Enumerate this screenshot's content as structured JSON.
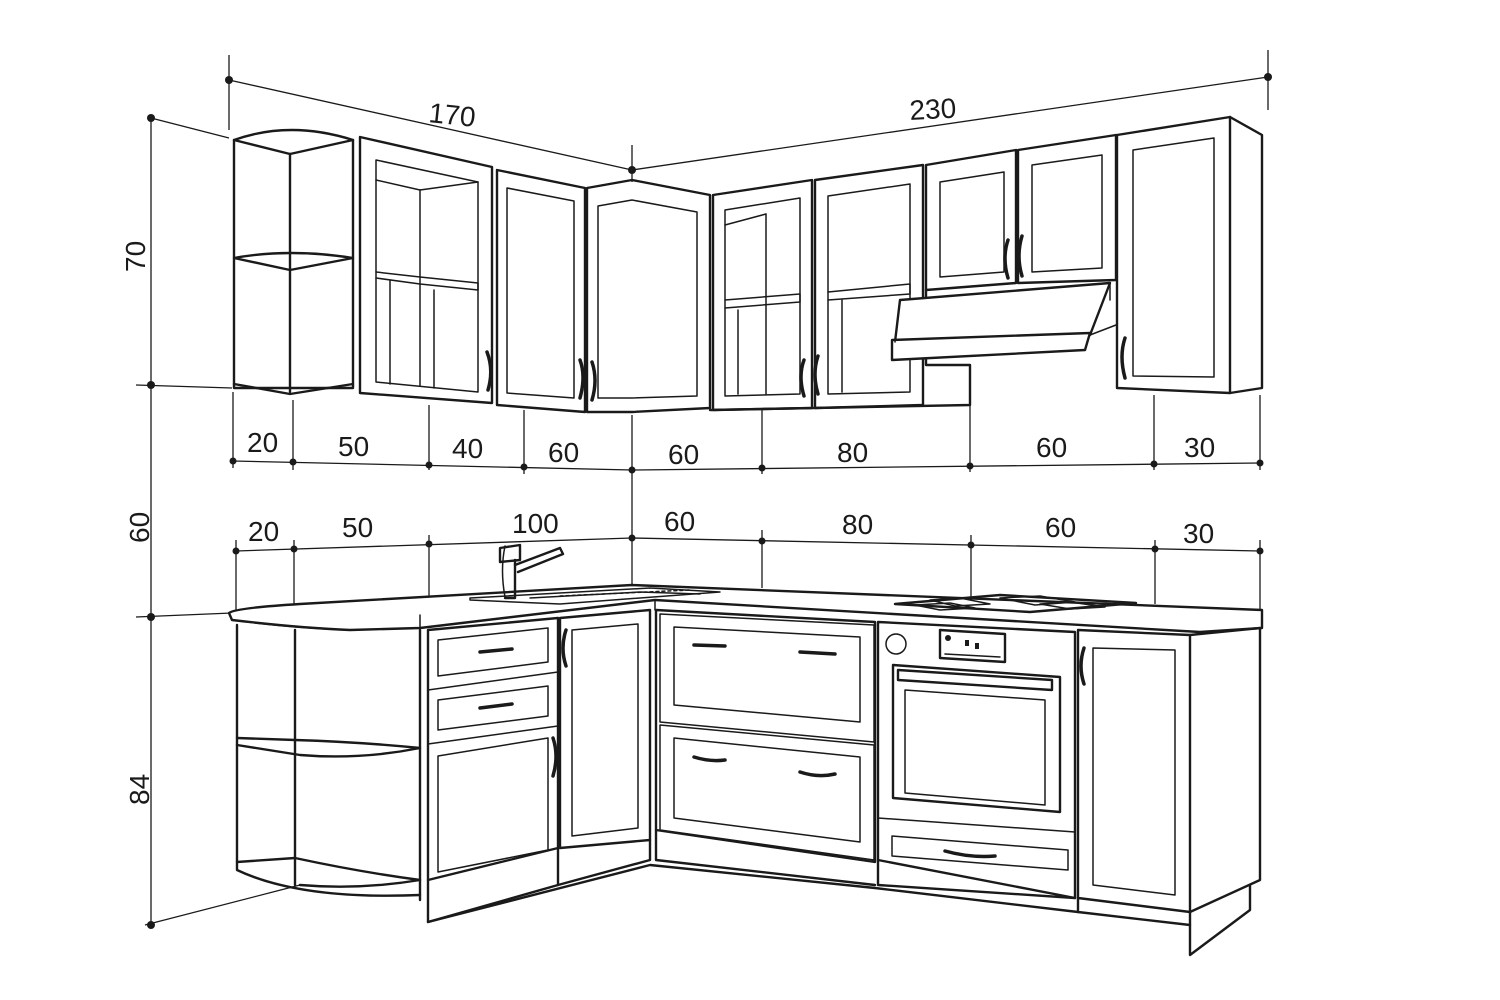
{
  "diagram": {
    "overall_widths": {
      "left_wall": "170",
      "right_wall": "230"
    },
    "heights": {
      "upper_cabinets": "70",
      "gap": "60",
      "base_cabinets": "84"
    },
    "upper_module_widths": [
      "20",
      "50",
      "40",
      "60",
      "60",
      "80",
      "60",
      "30"
    ],
    "base_module_widths": [
      "20",
      "50",
      "100",
      "60",
      "80",
      "60",
      "30"
    ]
  }
}
